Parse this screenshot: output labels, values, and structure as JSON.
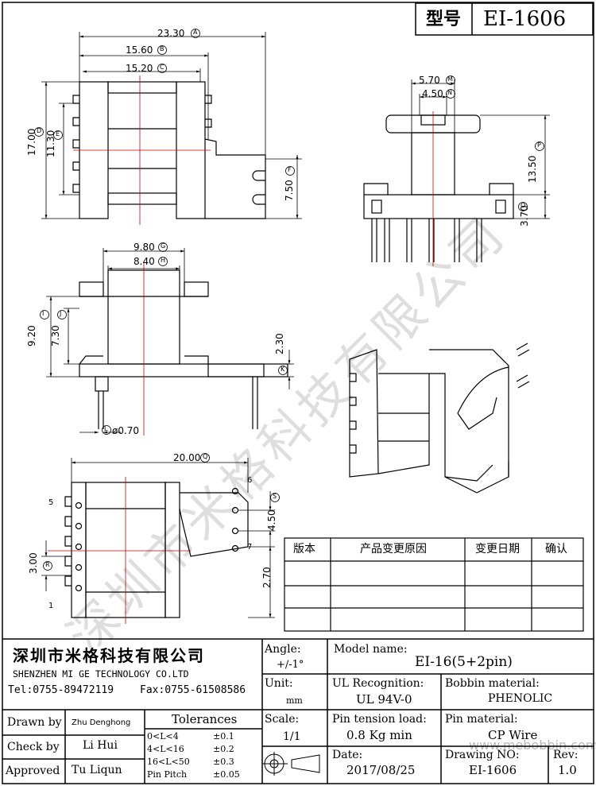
{
  "header": {
    "type_label": "型号",
    "part_no": "EI-1606"
  },
  "dims": {
    "A": "23.30",
    "B": "15.60",
    "C": "15.20",
    "D": "17.00",
    "E": "11.30",
    "F": "7.50",
    "M": "5.70",
    "N": "4.50",
    "P": "13.50",
    "O": "3.70",
    "G": "9.80",
    "H": "8.40",
    "I": "9.20",
    "J": "7.30",
    "K_val": "2.30",
    "L": "ø0.70",
    "Q": "20.00",
    "S": "4.50",
    "R": "3.00",
    "T": "2.70"
  },
  "callouts": {
    "A": "A",
    "B": "B",
    "C": "C",
    "D": "D",
    "E": "E",
    "F": "F",
    "M": "M",
    "N": "N",
    "P": "P",
    "O": "O",
    "G": "G",
    "H": "H",
    "I": "I",
    "J": "J",
    "K": "K",
    "L": "L",
    "Q": "Q",
    "S": "S",
    "R": "R"
  },
  "pins": {
    "p1": "1",
    "p5": "5",
    "p6": "6",
    "p7": "7"
  },
  "watermark": "深圳市米格科技有限公司",
  "revision_table": {
    "headers": [
      "版本",
      "产品变更原因",
      "变更日期",
      "确认"
    ]
  },
  "title_block": {
    "company_cn": "深圳市米格科技有限公司",
    "company_en": "SHENZHEN  MI GE TECHNOLOGY  CO.LTD",
    "tel": "Tel:0755-89472119",
    "fax": "Fax:0755-61508586",
    "drawn_by_label": "Drawn by",
    "drawn_by": "Zhu Denghong",
    "check_by_label": "Check by",
    "check_by": "Li Hui",
    "approved_label": "Approved",
    "approved": "Tu Liqun",
    "tolerances_label": "Tolerances",
    "tolerances": [
      {
        "range": "0<L<4",
        "tol": "±0.1"
      },
      {
        "range": "4<L<16",
        "tol": "±0.2"
      },
      {
        "range": "16<L<50",
        "tol": "±0.3"
      },
      {
        "range": "Pin Pitch",
        "tol": "±0.05"
      }
    ],
    "angle_label": "Angle:",
    "angle": "+/-1°",
    "unit_label": "Unit:",
    "unit": "mm",
    "scale_label": "Scale:",
    "scale": "1/1",
    "model_label": "Model name:",
    "model": "EI-16(5+2pin)",
    "ul_label": "UL Recognition:",
    "ul": "UL 94V-0",
    "bobbin_label": "Bobbin material:",
    "bobbin": "PHENOLIC",
    "pin_tension_label": "Pin tension load:",
    "pin_tension": "0.8 Kg min",
    "pin_material_label": "Pin material:",
    "pin_material": "CP Wire",
    "date_label": "Date:",
    "date": "2017/08/25",
    "drawing_no_label": "Drawing NO:",
    "drawing_no": "EI-1606",
    "rev_label": "Rev:",
    "rev": "1.0",
    "website": "www.mebobbin.com"
  }
}
